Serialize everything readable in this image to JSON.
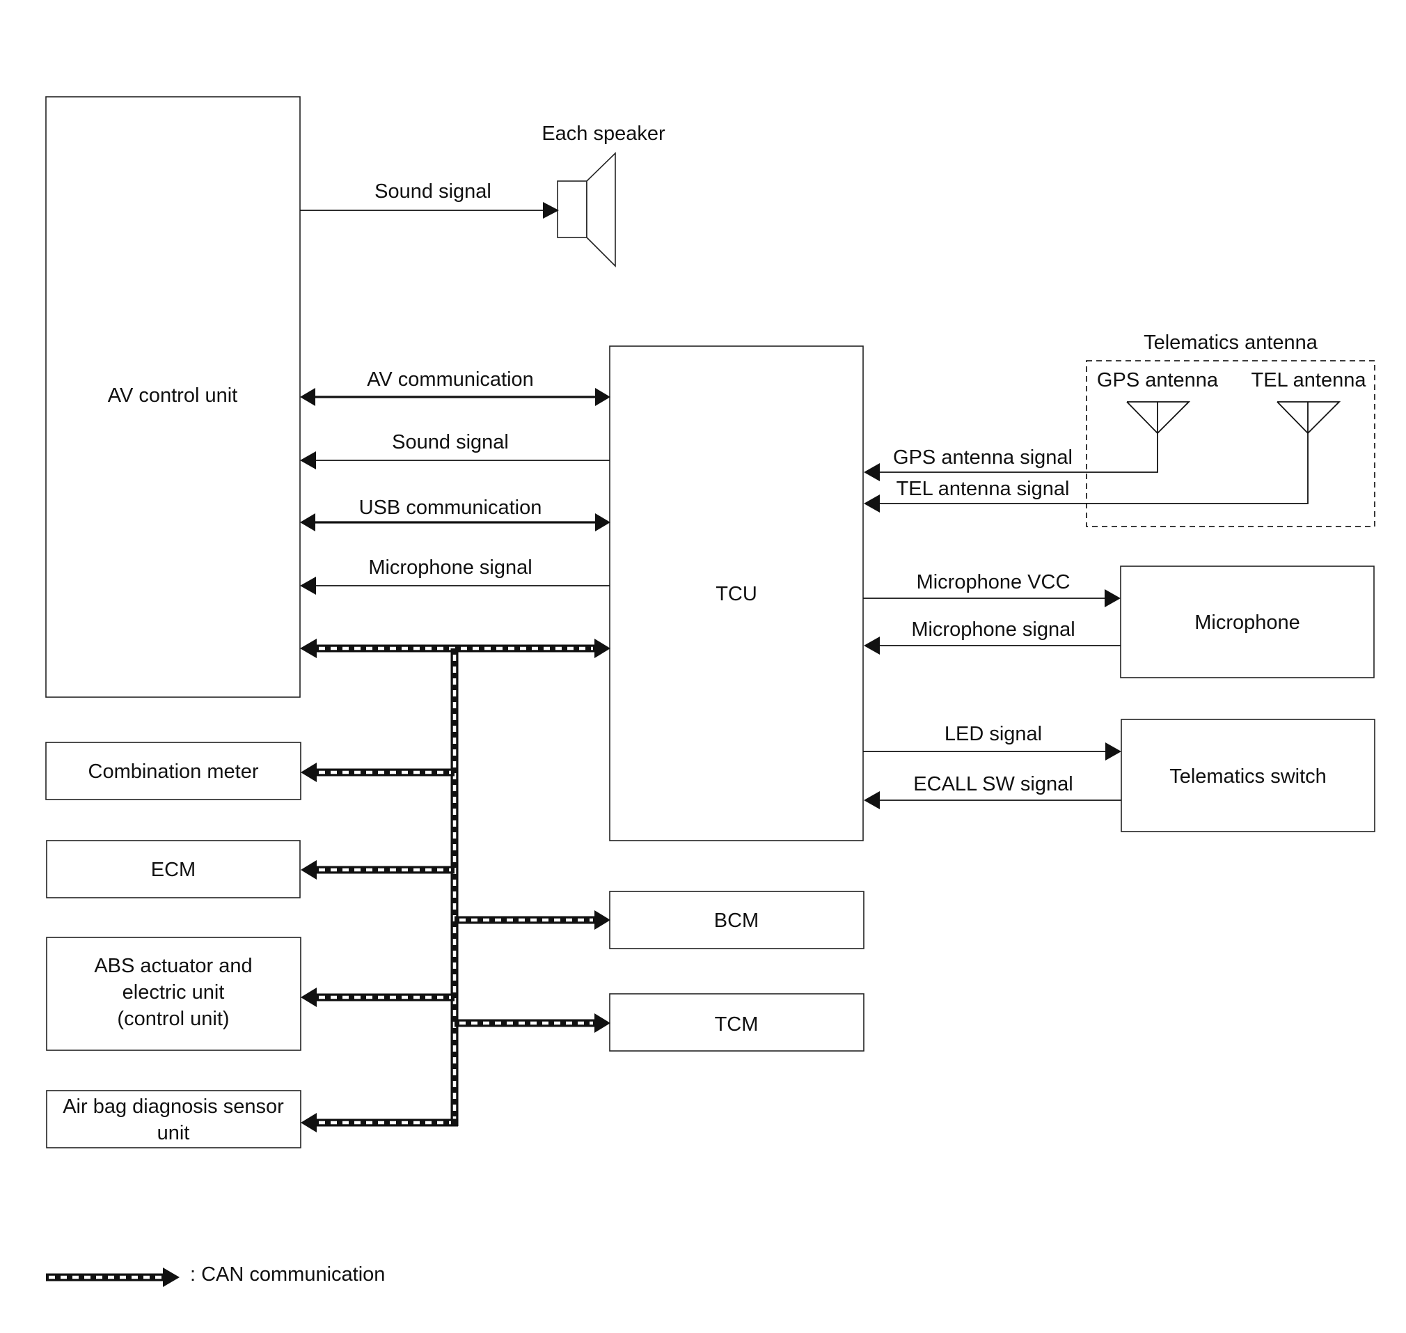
{
  "units": {
    "av_control_unit": "AV control unit",
    "tcu": "TCU",
    "each_speaker": "Each speaker",
    "telematics_antenna": "Telematics antenna",
    "gps_antenna": "GPS antenna",
    "tel_antenna": "TEL antenna",
    "microphone": "Microphone",
    "telematics_switch": "Telematics switch",
    "combination_meter": "Combination meter",
    "ecm": "ECM",
    "abs_line1": "ABS actuator and",
    "abs_line2": "electric unit",
    "abs_line3": "(control unit)",
    "airbag_line1": "Air bag diagnosis sensor",
    "airbag_line2": "unit",
    "bcm": "BCM",
    "tcm": "TCM"
  },
  "signals": {
    "sound_signal_speaker": "Sound signal",
    "av_communication": "AV communication",
    "sound_signal": "Sound signal",
    "usb_communication": "USB communication",
    "microphone_signal_av": "Microphone signal",
    "gps_antenna_signal": "GPS antenna signal",
    "tel_antenna_signal": "TEL antenna signal",
    "microphone_vcc": "Microphone VCC",
    "microphone_signal_tcu": "Microphone signal",
    "led_signal": "LED signal",
    "ecall_sw_signal": "ECALL SW signal"
  },
  "legend": {
    "can_communication": ": CAN communication"
  }
}
